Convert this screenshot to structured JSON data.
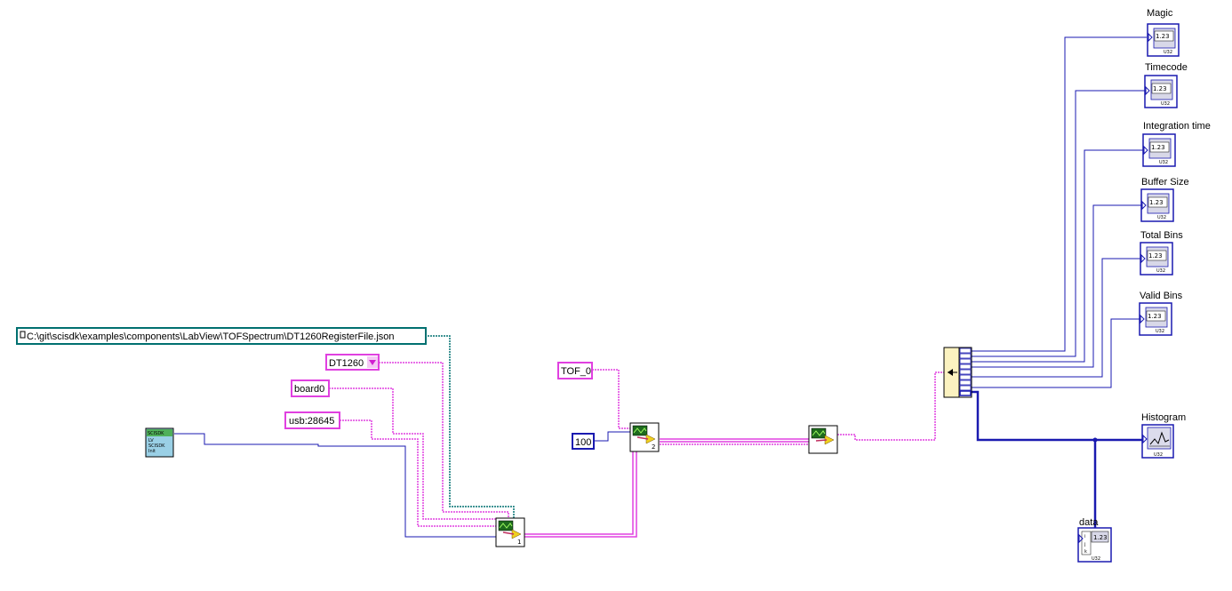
{
  "constants": {
    "register_path": "C:\\git\\scisdk\\examples\\components\\LabView\\TOFSpectrum\\DT1260RegisterFile.json",
    "board_model": "DT1260",
    "board_name": "board0",
    "address": "usb:28645",
    "tof_name": "TOF_0",
    "timeout": "100"
  },
  "init_vi": {
    "line1": "SCISDK",
    "line2": "LV",
    "line3": "SCISDK",
    "line4": "Init"
  },
  "vi_numbers": {
    "add_device": "1",
    "read": "2"
  },
  "indicators": {
    "magic": "Magic",
    "timecode": "Timecode",
    "integration_time": "Integration time",
    "buffer_size": "Buffer Size",
    "total_bins": "Total Bins",
    "valid_bins": "Valid Bins",
    "histogram": "Histogram",
    "data": "data"
  },
  "num_text": "1.23",
  "type_text": "U32",
  "array_index": {
    "i": "i",
    "j": "j",
    "k": "k"
  },
  "colors": {
    "string_wire": "#e040e0",
    "number_wire": "#1a1ab0",
    "path_wire": "#007070"
  }
}
